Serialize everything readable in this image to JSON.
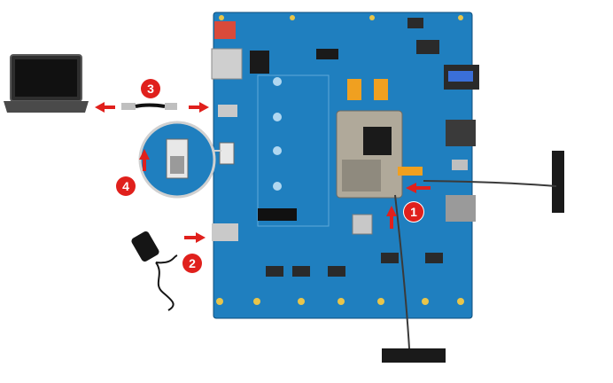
{
  "colors": {
    "board": "#1f7fbf",
    "board_dark": "#17649a",
    "arrow": "#e0201c",
    "callout": "#e0201c",
    "antenna": "#1a1a1a",
    "laptop": "#3a3a3a"
  },
  "callouts": [
    {
      "id": "1",
      "label": "1"
    },
    {
      "id": "2",
      "label": "2"
    },
    {
      "id": "3",
      "label": "3"
    },
    {
      "id": "4",
      "label": "4"
    }
  ],
  "icons": {
    "laptop": "laptop-icon",
    "usb_cable": "usb-cable-icon",
    "power_adapter": "power-adapter-icon",
    "antenna_right": "antenna-icon",
    "antenna_bottom": "antenna-icon"
  }
}
